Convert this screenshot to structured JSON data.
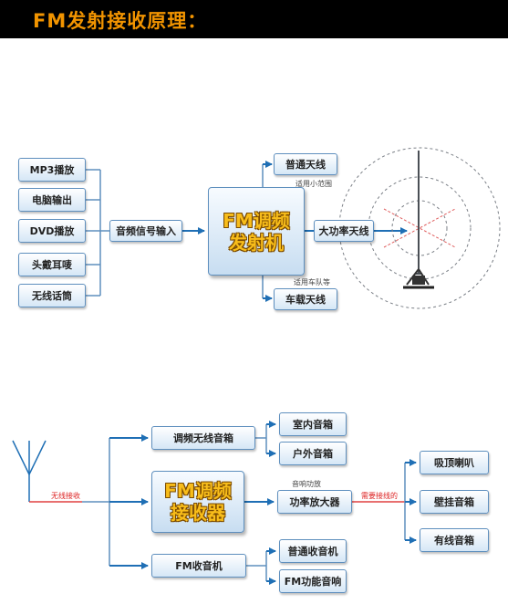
{
  "header": {
    "title": "FM发射接收原理："
  },
  "transmitter": {
    "sources": [
      "MP3播放",
      "电脑输出",
      "DVD播放",
      "头戴耳唛",
      "无线话筒"
    ],
    "input": "音频信号输入",
    "core_line1": "FM调频",
    "core_line2": "发射机",
    "antennas": {
      "normal": "普通天线",
      "normal_note": "适用小范围",
      "high_power": "大功率天线",
      "vehicle": "车载天线",
      "vehicle_note": "适用车队等"
    }
  },
  "receiver": {
    "wireless_label": "无线接收",
    "core_line1": "FM调频",
    "core_line2": "接收器",
    "speaker_box": "调频无线音箱",
    "speaker_outputs": [
      "室内音箱",
      "户外音箱"
    ],
    "amp": "功率放大器",
    "amp_note": "音响功放",
    "wiring_note": "需要接线的",
    "amp_outputs": [
      "吸顶喇叭",
      "壁挂音箱",
      "有线音箱"
    ],
    "radio": "FM收音机",
    "radio_outputs": [
      "普通收音机",
      "FM功能音响"
    ]
  },
  "colors": {
    "title": "#f29400",
    "box_border": "#5e8fbe",
    "arrow": "#1f6fb5",
    "red": "#d22222"
  }
}
